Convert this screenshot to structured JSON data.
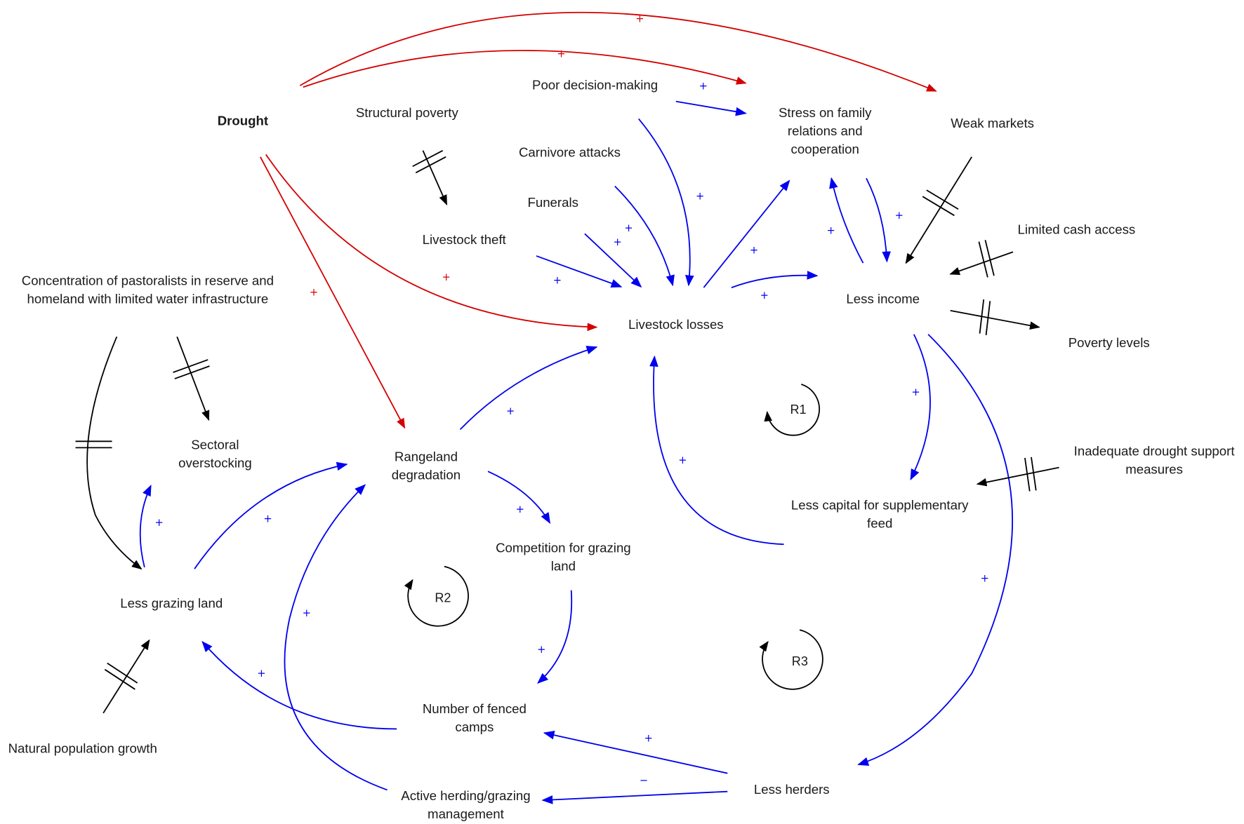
{
  "diagram": {
    "type": "causal-loop-diagram",
    "colors": {
      "drought_links": "#d40000",
      "feedback_links": "#0000ee",
      "delay_links": "#000000",
      "text": "#1a1a1a"
    },
    "nodes": {
      "drought": "Drought",
      "structural_poverty": "Structural poverty",
      "poor_decision": "Poor decision-making",
      "stress_1": "Stress on family",
      "stress_2": "relations and",
      "stress_3": "cooperation",
      "weak_markets": "Weak markets",
      "carnivore": "Carnivore attacks",
      "funerals": "Funerals",
      "theft": "Livestock theft",
      "limited_cash": "Limited cash access",
      "concentration_1": "Concentration of pastoralists in reserve and",
      "concentration_2": "homeland with limited water infrastructure",
      "livestock_losses": "Livestock losses",
      "less_income": "Less income",
      "poverty_levels": "Poverty levels",
      "sectoral_1": "Sectoral",
      "sectoral_2": "overstocking",
      "rangeland_1": "Rangeland",
      "rangeland_2": "degradation",
      "inadequate_1": "Inadequate drought support",
      "inadequate_2": "measures",
      "capital_1": "Less capital for supplementary",
      "capital_2": "feed",
      "competition_1": "Competition for grazing",
      "competition_2": "land",
      "less_grazing": "Less grazing land",
      "fenced_1": "Number of fenced",
      "fenced_2": "camps",
      "natural_growth": "Natural population growth",
      "active_1": "Active herding/grazing",
      "active_2": "management",
      "less_herders": "Less herders"
    },
    "loops": {
      "r1": "R1",
      "r2": "R2",
      "r3": "R3"
    },
    "signs": {
      "plus": "+",
      "minus": "−"
    }
  }
}
